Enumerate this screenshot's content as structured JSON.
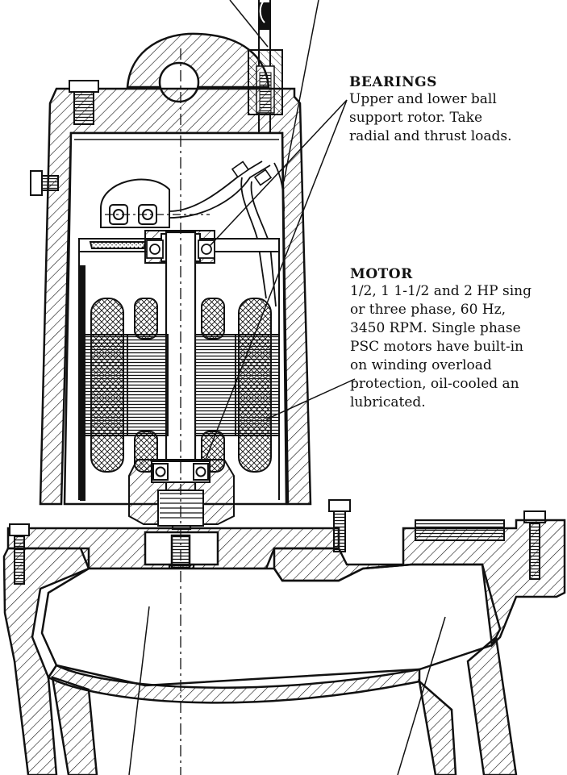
{
  "callouts": {
    "bearings": {
      "title": "BEARINGS",
      "text": "Upper and lower ball\nsupport rotor. Take\nradial and thrust loads."
    },
    "motor": {
      "title": "MOTOR",
      "text": "1/2, 1 1-1/2 and 2 HP sing\nor three phase, 60 Hz,\n3450 RPM. Single phase\nPSC motors have built-in\non winding overload\nprotection, oil-cooled an\nlubricated."
    }
  },
  "colors": {
    "ink": "#111111",
    "paper": "#ffffff"
  }
}
